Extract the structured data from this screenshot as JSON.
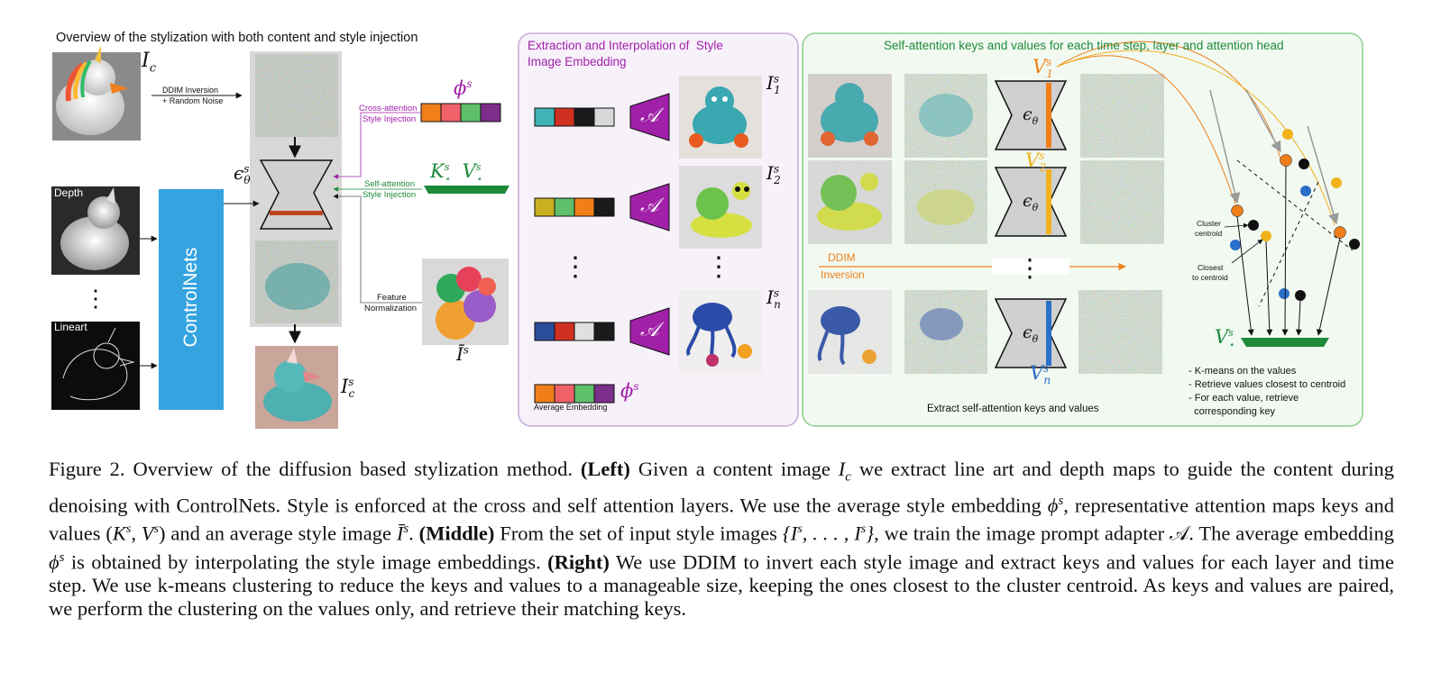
{
  "left": {
    "heading": "Overview of the stylization with both content and style injection",
    "ic_label": "I",
    "ic_sub": "c",
    "ddim_inversion": "DDIM Inversion",
    "random_noise": "+ Random Noise",
    "depth_label": "Depth",
    "lineart_label": "Lineart",
    "controlnets": "ControlNets",
    "eps_label": "ϵ",
    "eps_sup": "s",
    "eps_sub": "θ",
    "cross_attention": "Cross-attention",
    "style_injection_1": "Style Injection",
    "self_attention": "Self-attention",
    "style_injection_2": "Style Injection",
    "feature": "Feature",
    "normalization": "Normalization",
    "phi": "ϕ",
    "phi_sup": "s",
    "k_label": "K",
    "v_label": "V",
    "kv_sup": "s",
    "kv_sub": "⋆",
    "ibar_label": "Ī",
    "ibar_sup": "s",
    "ics_label": "I",
    "ics_sup": "s",
    "ics_sub": "c"
  },
  "middle": {
    "heading_line1": "Extraction and Interpolation of  Style",
    "heading_line2": "Image Embedding",
    "adapter_symbol": "𝒜",
    "i1": "I",
    "i1_sub": "1",
    "i2": "I",
    "i2_sub": "2",
    "in": "I",
    "in_sub": "n",
    "style_sup": "s",
    "average_embedding": "Average Embedding",
    "phi": "ϕ",
    "phi_sup": "s",
    "dots": "⋮"
  },
  "right": {
    "heading": "Self-attention keys and values for each time step, layer and attention head",
    "v1": "V",
    "v1_sub": "1",
    "v2": "V",
    "v2_sub": "2",
    "vn": "V",
    "vn_sub": "n",
    "v_sup": "s",
    "eps": "ϵ",
    "eps_sub": "θ",
    "ddim": "DDIM",
    "inversion": "Inversion",
    "cluster_centroid_1": "Cluster",
    "cluster_centroid_2": "centroid",
    "closest_1": "Closest",
    "closest_2": "to centroid",
    "vstar": "V",
    "vstar_sup": "s",
    "vstar_sub": "⋆",
    "extract": "Extract self-attention keys and values",
    "bullet1": "- K-means on the values",
    "bullet2": "- Retrieve values closest to centroid",
    "bullet3": "- For each value, retrieve",
    "bullet3b": "  corresponding key",
    "dots": "⋮"
  },
  "caption": {
    "fig": "Figure 2. Overview of the diffusion based stylization method. ",
    "left_bold": "(Left)",
    "t1": " Given a content image ",
    "ic": "I",
    "ic_sub": "c",
    "t2": " we extract line art and depth maps to guide the content during denoising with ControlNets. Style is enforced at the cross and self attention layers. We use the average style embedding ",
    "phi": "ϕ",
    "phi_sup": "s",
    "t3": ", representative attention maps keys and values (",
    "kv": "K",
    "kv_rest": ", V",
    "t4": ") and an average style image ",
    "ibar": "Ī",
    "t5": ". ",
    "middle_bold": "(Middle)",
    "t6": " From the set of input style images ",
    "set": "{I",
    "set_mid": ", . . . , I",
    "set_end": "}",
    "t7": ", we train the image prompt adapter ",
    "adapter": "𝒜",
    "t8": ". The average embedding ",
    "t9": " is obtained by interpolating the style image embeddings. ",
    "right_bold": "(Right)",
    "t10": " We use DDIM to invert each style image and extract keys and values for each layer and time step. We use k-means clustering to reduce the keys and values to a manageable size, keeping the ones closest to the cluster centroid. As keys and values are paired, we perform the clustering on the values only, and retrieve their matching keys."
  },
  "colors": {
    "purple": "#a020a8",
    "green": "#1f8a3a",
    "orange": "#f07f1a",
    "yellow": "#f2b21a",
    "blue": "#2a6fc9",
    "controlnet": "#34a3e0",
    "rust": "#c0441a"
  }
}
